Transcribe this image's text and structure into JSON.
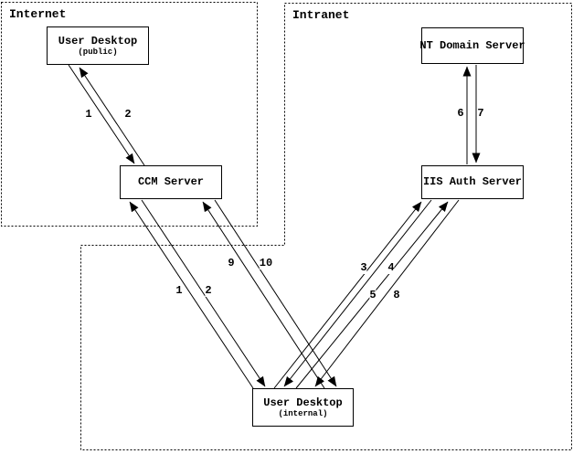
{
  "regions": {
    "internet": {
      "label": "Internet"
    },
    "intranet": {
      "label": "Intranet"
    }
  },
  "nodes": {
    "user_desktop_public": {
      "title": "User Desktop",
      "subtitle": "(public)"
    },
    "ccm_server": {
      "title": "CCM Server"
    },
    "nt_domain_server": {
      "title": "NT Domain Server"
    },
    "iis_auth_server": {
      "title": "IIS Auth Server"
    },
    "user_desktop_internal": {
      "title": "User Desktop",
      "subtitle": "(internal)"
    }
  },
  "edges": [
    {
      "label": "1",
      "from": "user-desktop-public",
      "to": "ccm-server"
    },
    {
      "label": "2",
      "from": "ccm-server",
      "to": "user-desktop-public"
    },
    {
      "label": "1",
      "from": "user-desktop-internal",
      "to": "ccm-server"
    },
    {
      "label": "2",
      "from": "ccm-server",
      "to": "user-desktop-internal"
    },
    {
      "label": "9",
      "from": "user-desktop-internal",
      "to": "ccm-server"
    },
    {
      "label": "10",
      "from": "ccm-server",
      "to": "user-desktop-internal"
    },
    {
      "label": "3",
      "from": "user-desktop-internal",
      "to": "iis-auth-server"
    },
    {
      "label": "4",
      "from": "iis-auth-server",
      "to": "user-desktop-internal"
    },
    {
      "label": "5",
      "from": "user-desktop-internal",
      "to": "iis-auth-server"
    },
    {
      "label": "8",
      "from": "iis-auth-server",
      "to": "user-desktop-internal"
    },
    {
      "label": "6",
      "from": "iis-auth-server",
      "to": "nt-domain-server"
    },
    {
      "label": "7",
      "from": "nt-domain-server",
      "to": "iis-auth-server"
    }
  ],
  "colors": {
    "line": "#000000",
    "background": "#ffffff"
  }
}
